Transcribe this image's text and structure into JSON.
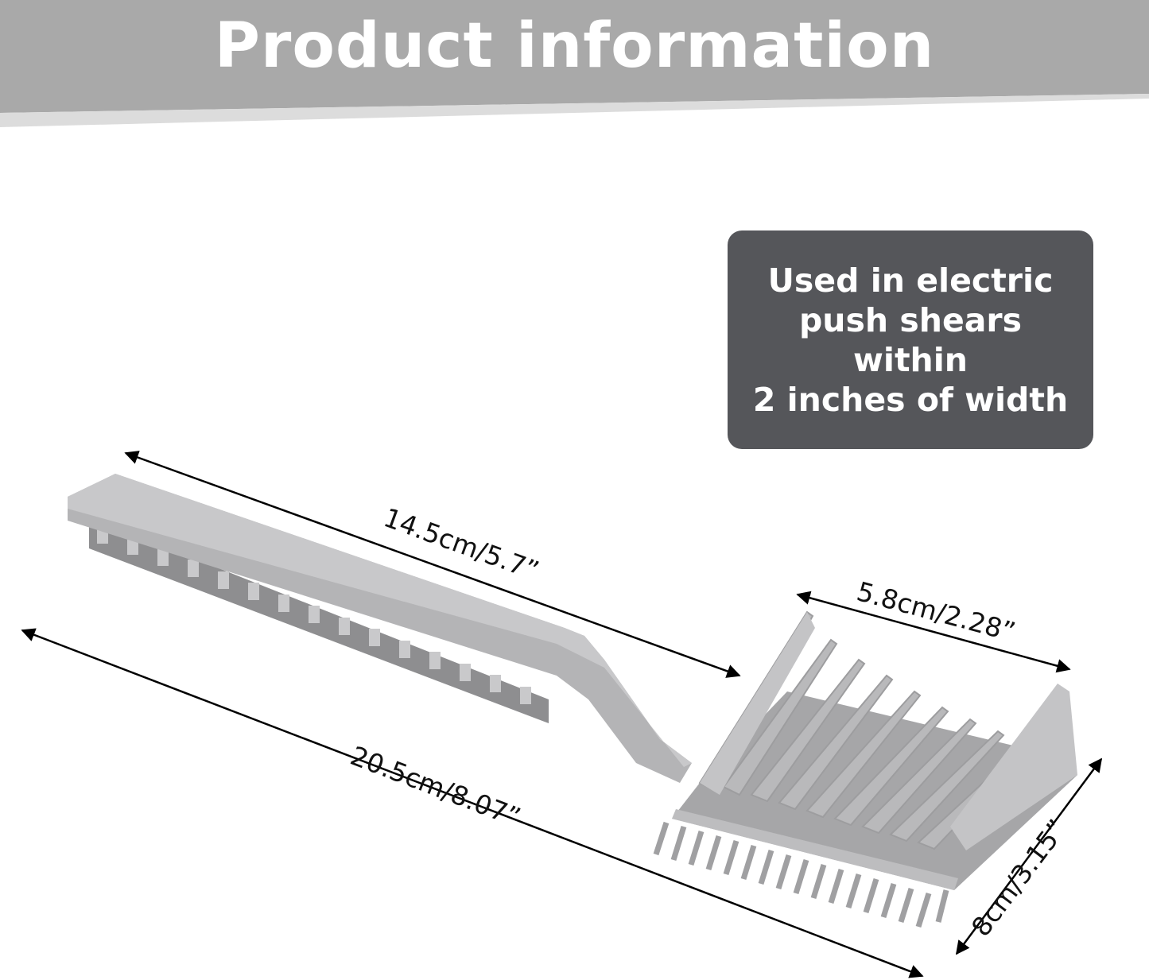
{
  "banner": {
    "title": "Product information",
    "color": "#a9a9a9"
  },
  "info_box": {
    "lines": [
      "Used in electric",
      "push shears",
      "within",
      "2 inches of width"
    ],
    "color": "#55565a"
  },
  "dimensions": {
    "handle_length": "14.5cm/5.7”",
    "total_length": "20.5cm/8.07”",
    "guard_width": "5.8cm/2.28”",
    "guard_depth": "8cm/3.15”"
  },
  "product": {
    "color": "#b4b4b6",
    "image_icon": "barber-fade-comb-icon"
  }
}
